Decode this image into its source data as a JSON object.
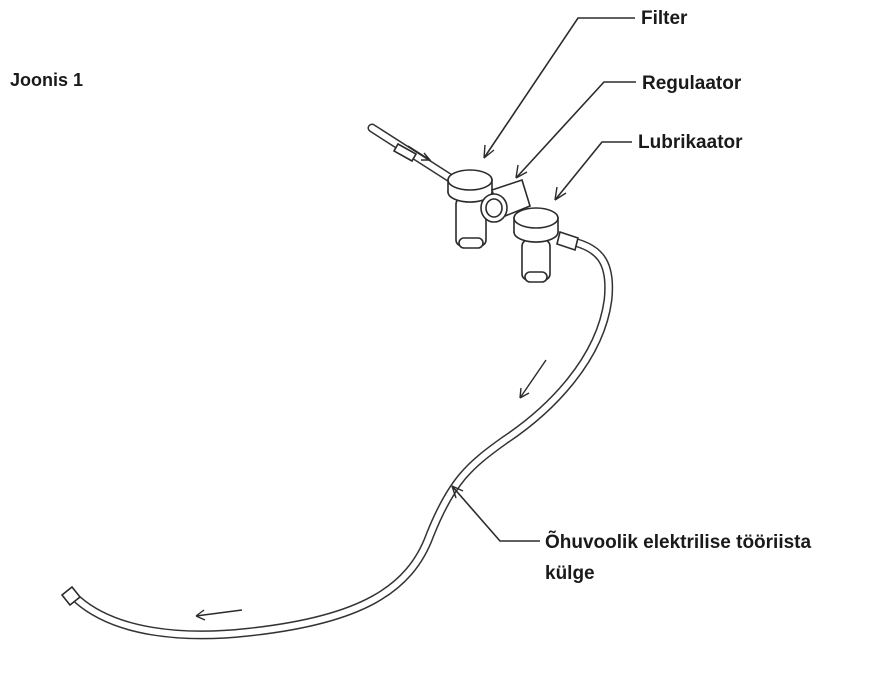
{
  "figure": {
    "title": "Joonis 1",
    "labels": {
      "filter": "Filter",
      "regulator": "Regulaator",
      "lubricator": "Lubrikaator",
      "hose_line1": "Õhuvoolik elektrilise tööriista",
      "hose_line2": "külge"
    }
  }
}
